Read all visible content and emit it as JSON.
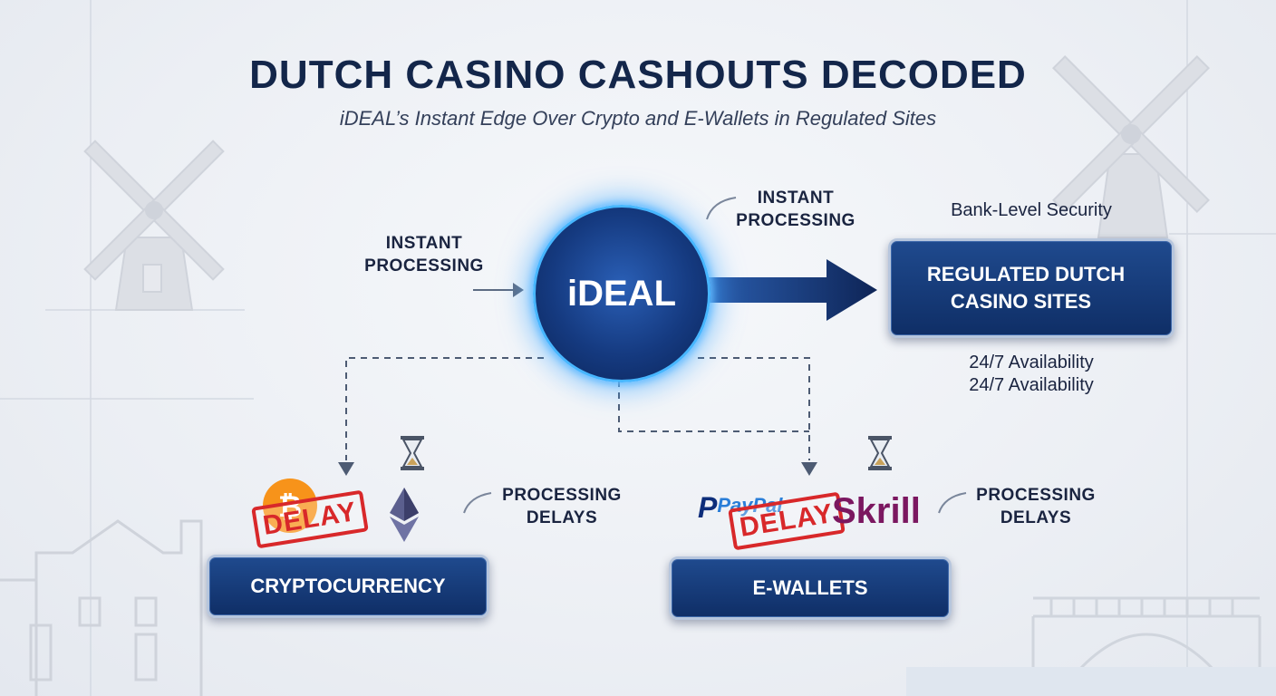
{
  "title": "DUTCH CASINO CASHOUTS DECODED",
  "subtitle": "iDEAL’s Instant Edge Over Crypto and E-Wallets in Regulated Sites",
  "ideal": {
    "label": "iDEAL"
  },
  "left_note": {
    "line1": "INSTANT",
    "line2": "PROCESSING"
  },
  "top_note": {
    "line1": "INSTANT",
    "line2": "PROCESSING"
  },
  "security_note": "Bank-Level Security",
  "target": {
    "line1": "REGULATED DUTCH",
    "line2": "CASINO SITES"
  },
  "availability": [
    "24/7 Availability",
    "24/7 Availability"
  ],
  "crypto": {
    "label": "CRYPTOCURRENCY",
    "stamp": "DELAY",
    "note_line1": "PROCESSING",
    "note_line2": "DELAYS",
    "icons": [
      "bitcoin-icon",
      "ethereum-icon",
      "hourglass-icon"
    ]
  },
  "ewallets": {
    "label": "E-WALLETS",
    "stamp": "DELAY",
    "paypal": "PayPal",
    "skrill": "Skrill",
    "note_line1": "PROCESSING",
    "note_line2": "DELAYS",
    "icons": [
      "paypal-logo",
      "skrill-logo",
      "hourglass-icon"
    ]
  },
  "colors": {
    "navy": "#13264a",
    "box_blue": "#1f4a8e",
    "glow": "#47b6ff",
    "stamp_red": "#d8282a",
    "skrill": "#7b1760"
  }
}
